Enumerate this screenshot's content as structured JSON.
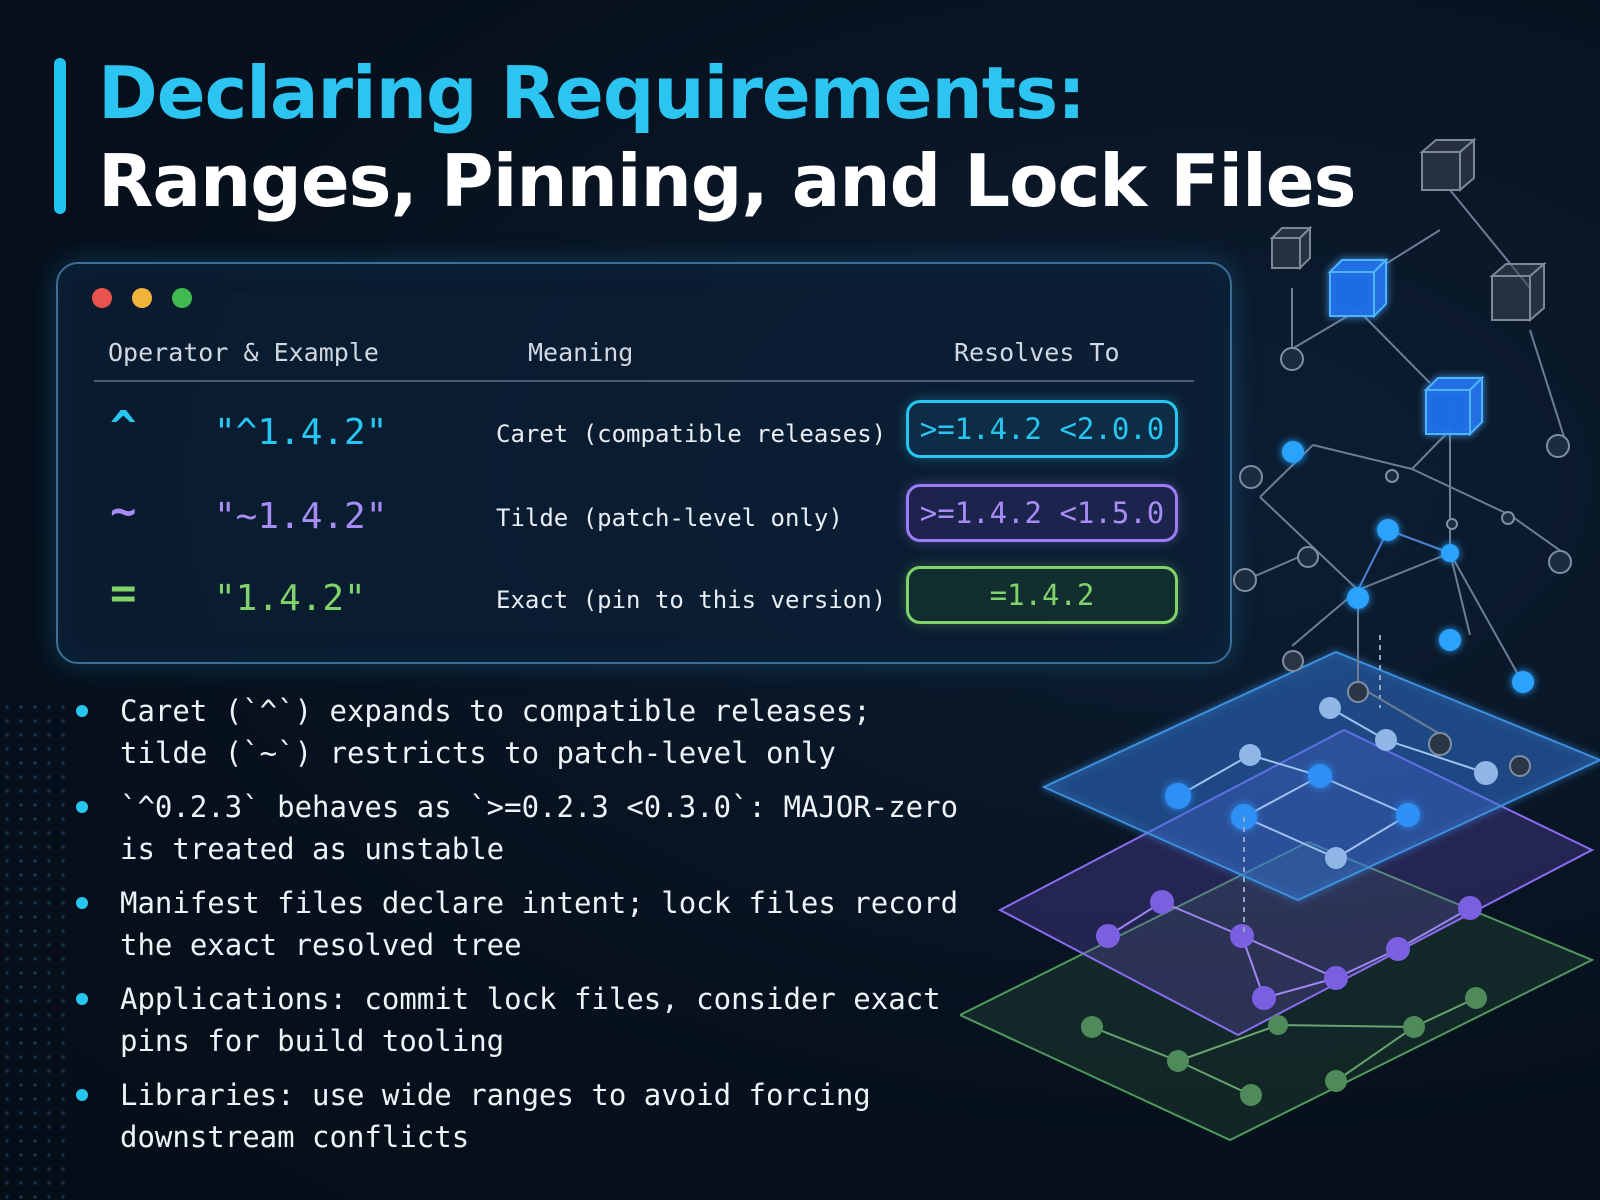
{
  "title": {
    "line1": "Declaring Requirements:",
    "line2": "Ranges, Pinning, and Lock Files"
  },
  "table": {
    "headers": [
      "Operator & Example",
      "Meaning",
      "Resolves To"
    ],
    "rows": [
      {
        "operator": "^",
        "example": "\"^1.4.2\"",
        "meaning": "Caret (compatible releases)",
        "resolves": ">=1.4.2 <2.0.0",
        "color": "#27c6f2"
      },
      {
        "operator": "~",
        "example": "\"~1.4.2\"",
        "meaning": "Tilde (patch-level only)",
        "resolves": ">=1.4.2 <1.5.0",
        "color": "#a88cf6"
      },
      {
        "operator": "=",
        "example": "\"1.4.2\"",
        "meaning": "Exact (pin to this version)",
        "resolves": "=1.4.2",
        "color": "#7fd36a"
      }
    ]
  },
  "bullets": [
    "Caret (`^`) expands to compatible releases; tilde (`~`) restricts to patch-level only",
    "`^0.2.3` behaves as `>=0.2.3 <0.3.0`: MAJOR-zero is treated as unstable",
    "Manifest files declare intent; lock files record the exact resolved tree",
    "Applications: commit lock files, consider exact pins for build tooling",
    "Libraries: use wide ranges to avoid forcing downstream conflicts"
  ],
  "colors": {
    "accent": "#1fc3ef",
    "caret": "#27c6f2",
    "tilde": "#a88cf6",
    "exact": "#7fd36a",
    "background": "#07121f"
  },
  "icons": {
    "window_controls": [
      "red-dot",
      "yellow-dot",
      "green-dot"
    ],
    "graphic": "dependency-graph-illustration"
  }
}
